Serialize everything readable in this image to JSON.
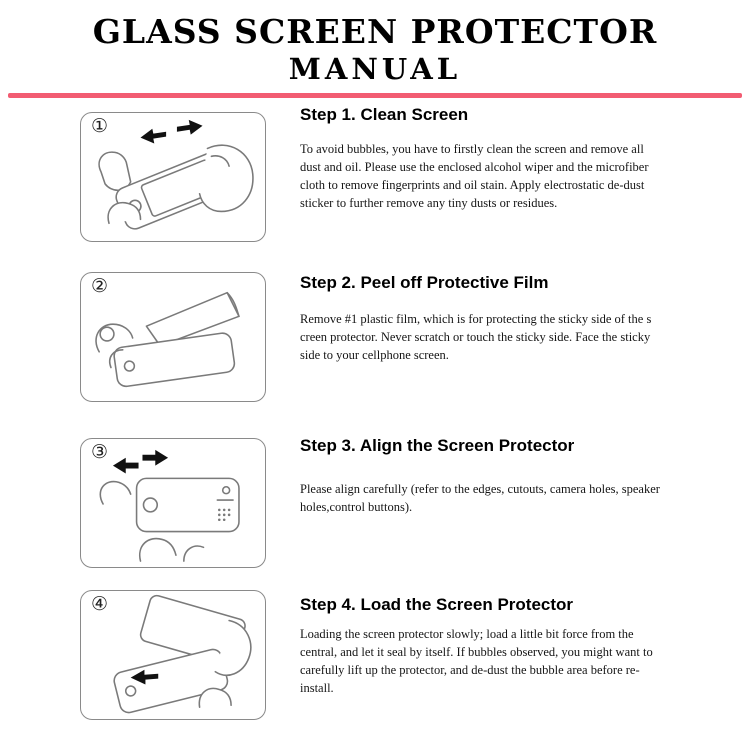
{
  "page": {
    "title_line1": "GLASS SCREEN PROTECTOR",
    "title_line2": "MANUAL",
    "colors": {
      "divider_pink": "#f25c72",
      "line_art_gray": "#7a7a7a",
      "text_black": "#111111"
    }
  },
  "steps": [
    {
      "number": "①",
      "heading": "Step 1. Clean Screen",
      "body": "To avoid bubbles, you have to firstly clean the screen and remove all dust and oil. Please use the enclosed alcohol wiper and the microfiber cloth to remove fingerprints and oil stain. Apply electrostatic de-dust sticker to further remove any tiny dusts or residues.",
      "illustration": "hands-wiping-phone-with-arrows"
    },
    {
      "number": "②",
      "heading": "Step 2. Peel off Protective Film",
      "body": "Remove #1 plastic film, which is for protecting the sticky side of the s creen protector. Never scratch or touch the sticky side. Face the sticky side to your cellphone screen.",
      "illustration": "hand-peeling-film-off-phone"
    },
    {
      "number": "③",
      "heading": "Step 3. Align the Screen Protector",
      "body": "Please align carefully (refer to the edges, cutouts, camera holes, speaker holes,control buttons).",
      "illustration": "hands-aligning-protector-with-arrows"
    },
    {
      "number": "④",
      "heading": "Step 4. Load the Screen Protector",
      "body": "Loading the screen protector slowly; load a little bit force from the central, and let it seal by itself. If bubbles observed, you might want to carefully lift up the protector, and de-dust the bubble area before re-install.",
      "illustration": "hands-loading-protector-onto-phone"
    }
  ]
}
